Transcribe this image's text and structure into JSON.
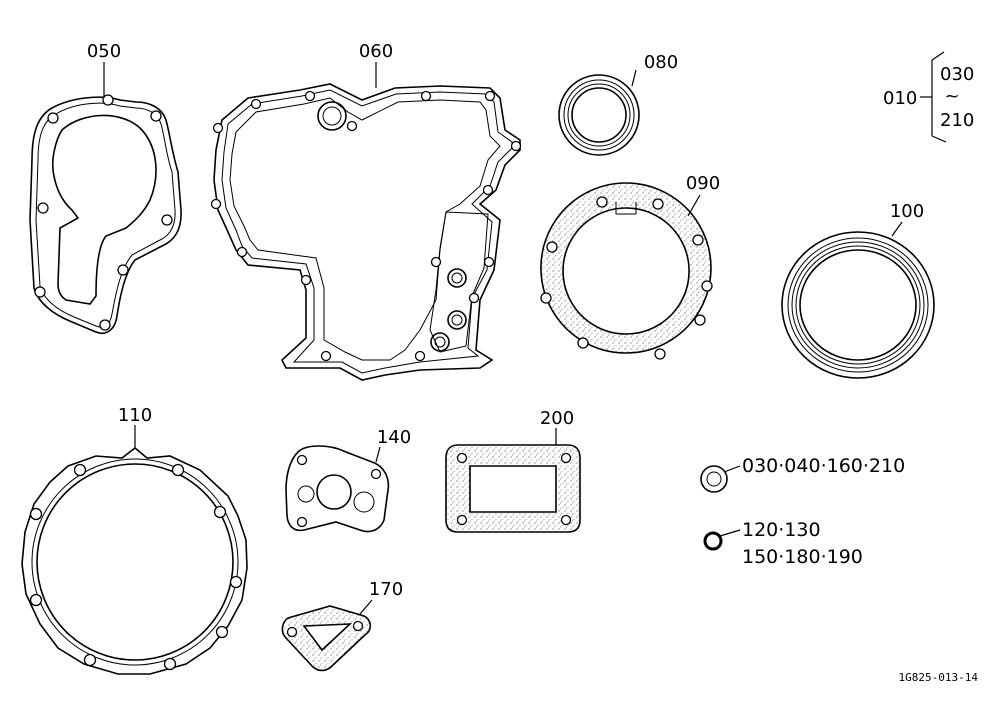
{
  "labels": {
    "p050": "050",
    "p060": "060",
    "p080": "080",
    "p090": "090",
    "p100": "100",
    "p110": "110",
    "p140": "140",
    "p170": "170",
    "p200": "200"
  },
  "kit": {
    "main": "010",
    "range_start": "030",
    "range_sep": "~",
    "range_end": "210"
  },
  "legend": {
    "oil_seal_parts": "030·040·160·210",
    "oring_parts_line1": "120·130",
    "oring_parts_line2": "150·180·190"
  },
  "reference_code": "1G825-013-14",
  "colors": {
    "line": "#000000",
    "background": "#ffffff"
  }
}
